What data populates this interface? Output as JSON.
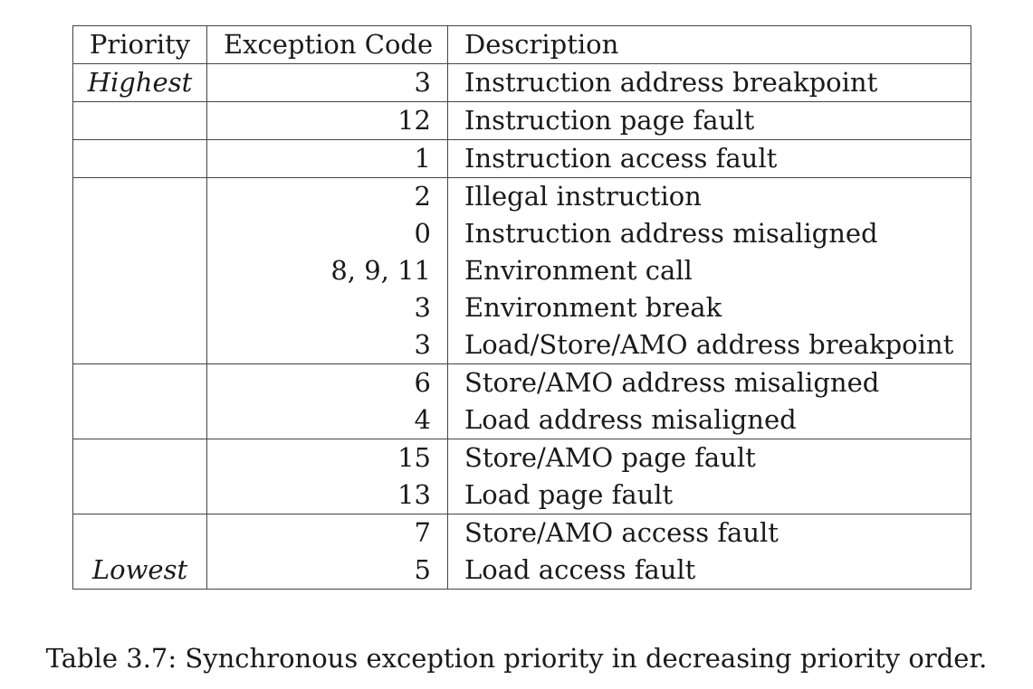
{
  "table": {
    "headers": {
      "priority": "Priority",
      "code": "Exception Code",
      "description": "Description"
    },
    "rows": [
      {
        "priority": "Highest",
        "code": "3",
        "description": "Instruction address breakpoint",
        "group_end": true
      },
      {
        "priority": "",
        "code": "12",
        "description": "Instruction page fault",
        "group_end": true
      },
      {
        "priority": "",
        "code": "1",
        "description": "Instruction access fault",
        "group_end": true
      },
      {
        "priority": "",
        "code": "2",
        "description": "Illegal instruction",
        "group_end": false
      },
      {
        "priority": "",
        "code": "0",
        "description": "Instruction address misaligned",
        "group_end": false
      },
      {
        "priority": "",
        "code": "8, 9, 11",
        "description": "Environment call",
        "group_end": false
      },
      {
        "priority": "",
        "code": "3",
        "description": "Environment break",
        "group_end": false
      },
      {
        "priority": "",
        "code": "3",
        "description": "Load/Store/AMO address breakpoint",
        "group_end": true
      },
      {
        "priority": "",
        "code": "6",
        "description": "Store/AMO address misaligned",
        "group_end": false
      },
      {
        "priority": "",
        "code": "4",
        "description": "Load address misaligned",
        "group_end": true
      },
      {
        "priority": "",
        "code": "15",
        "description": "Store/AMO page fault",
        "group_end": false
      },
      {
        "priority": "",
        "code": "13",
        "description": "Load page fault",
        "group_end": true
      },
      {
        "priority": "",
        "code": "7",
        "description": "Store/AMO access fault",
        "group_end": false
      },
      {
        "priority": "Lowest",
        "code": "5",
        "description": "Load access fault",
        "group_end": true
      }
    ]
  },
  "caption": "Table 3.7: Synchronous exception priority in decreasing priority order."
}
